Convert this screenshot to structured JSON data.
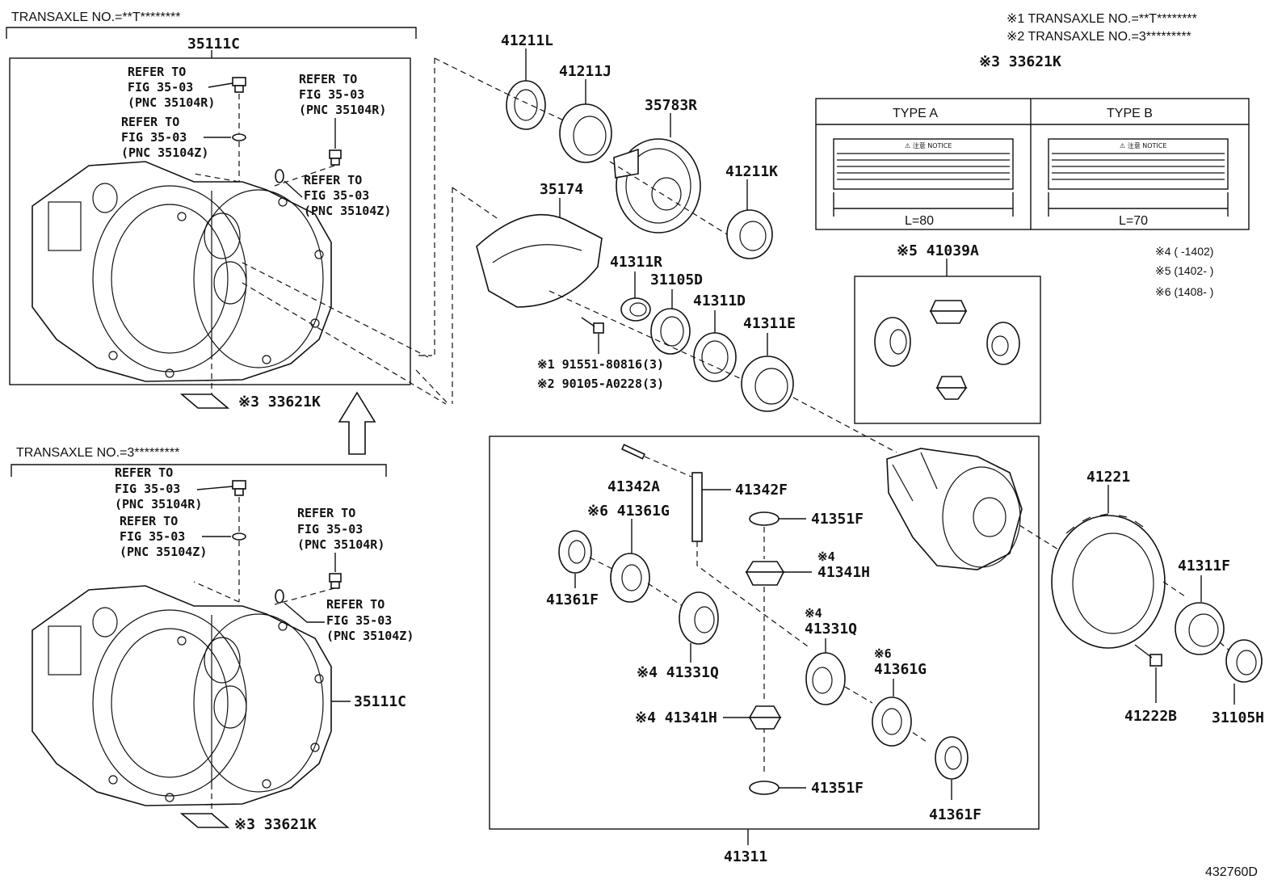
{
  "headers": {
    "top_transaxle": "TRANSAXLE NO.=**T********",
    "bottom_transaxle": "TRANSAXLE NO.=3*********"
  },
  "notes": {
    "n1": "※1 TRANSAXLE NO.=**T********",
    "n2": "※2 TRANSAXLE NO.=3*********",
    "n4": "※4 (   -1402)",
    "n5": "※5 (1402-   )",
    "n6": "※6 (1408-   )"
  },
  "label_table": {
    "type_a": "TYPE A",
    "type_b": "TYPE B",
    "len_a": "L=80",
    "len_b": "L=70",
    "notice": "⚠ 注意 NOTICE"
  },
  "refer": {
    "r1": [
      "REFER TO",
      "FIG 35-03",
      "(PNC 35104R)"
    ],
    "r2": [
      "REFER TO",
      "FIG 35-03",
      "(PNC 35104Z)"
    ],
    "r3": [
      "REFER TO",
      "FIG 35-03",
      "(PNC 35104R)"
    ],
    "r4": [
      "REFER TO",
      "FIG 35-03",
      "(PNC 35104Z)"
    ],
    "r5": [
      "REFER TO",
      "FIG 35-03",
      "(PNC 35104R)"
    ],
    "r6": [
      "REFER TO",
      "FIG 35-03",
      "(PNC 35104Z)"
    ],
    "r7": [
      "REFER TO",
      "FIG 35-03",
      "(PNC 35104R)"
    ],
    "r8": [
      "REFER TO",
      "FIG 35-03",
      "(PNC 35104Z)"
    ]
  },
  "parts": {
    "p35111C_top": "35111C",
    "p35111C_bot": "35111C",
    "p33621K_a": "※3 33621K",
    "p33621K_b": "※3 33621K",
    "p33621K_c": "※3 33621K",
    "p41211L": "41211L",
    "p41211J": "41211J",
    "p35783R": "35783R",
    "p41211K": "41211K",
    "p35174": "35174",
    "p41311R": "41311R",
    "p31105D": "31105D",
    "p41311D": "41311D",
    "p41311E": "41311E",
    "p91551": "※1 91551-80816(3)",
    "p90105": "※2 90105-A0228(3)",
    "p41039A": "※5 41039A",
    "p41342A": "41342A",
    "p41342F": "41342F",
    "p41361G_a": "※6 41361G",
    "p41351F_a": "41351F",
    "p41341H_a_mark": "※4",
    "p41341H_a": "41341H",
    "p41361F_a": "41361F",
    "p41331Q_a_mark": "※4",
    "p41331Q_a": "41331Q",
    "p41331Q_b": "※4 41331Q",
    "p41361G_b_mark": "※6",
    "p41361G_b": "41361G",
    "p41341H_b": "※4 41341H",
    "p41351F_b": "41351F",
    "p41361F_b": "41361F",
    "p41311": "41311",
    "p41221": "41221",
    "p41311F": "41311F",
    "p41222B": "41222B",
    "p31105H": "31105H"
  },
  "figure_id": "432760D"
}
